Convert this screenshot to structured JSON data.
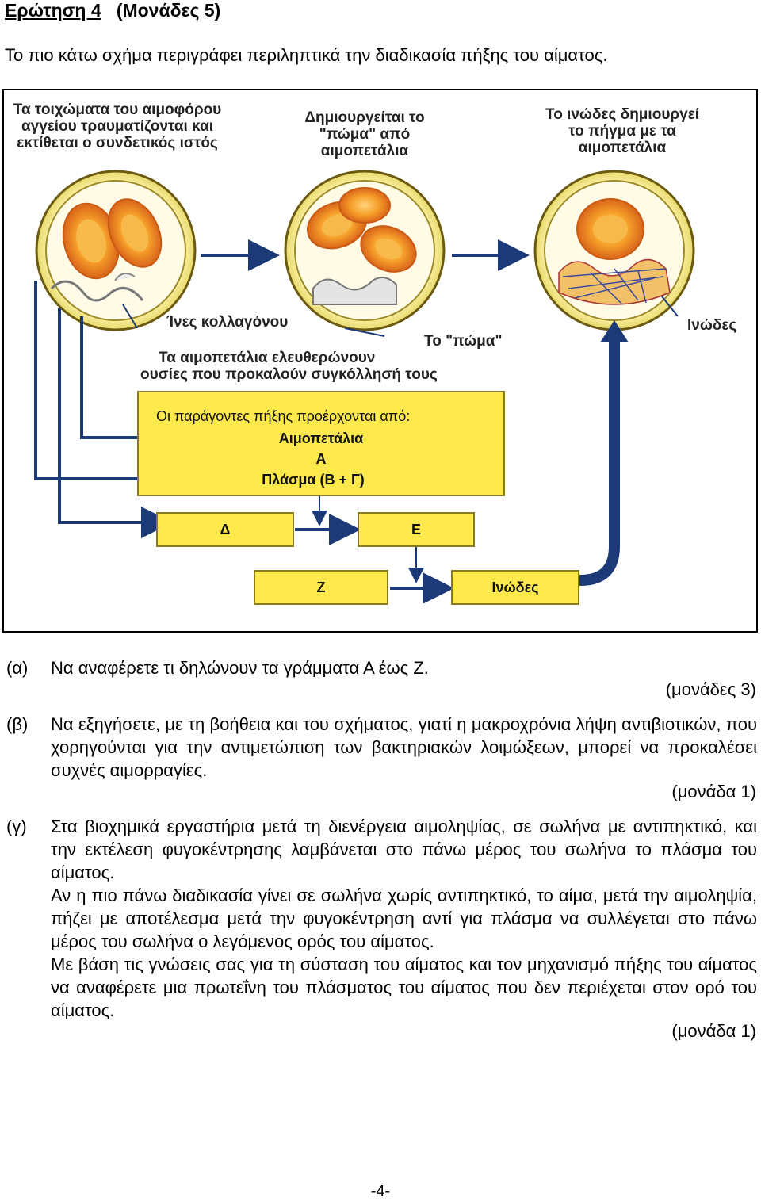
{
  "header": {
    "question": "Ερώτηση 4",
    "points": "(Μονάδες 5)"
  },
  "intro": "Το πιο κάτω σχήμα περιγράφει περιληπτικά την διαδικασία πήξης του αίματος.",
  "figure": {
    "caption_left": "Τα τοιχώματα του αιμοφόρου αγγείου τραυματίζονται και εκτίθεται ο συνδετικός ιστός",
    "caption_middle": "Δημιουργείται το \"πώμα\" από αιμοπετάλια",
    "caption_right": "Το ινώδες δημιουργεί το πήγμα με τα αιμοπετάλια",
    "label_collagen": "Ίνες κολλαγόνου",
    "label_plug": "Το \"πώμα\"",
    "label_fibrin": "Ινώδες",
    "label_release_1": "Τα αιμοπετάλια ελευθερώνουν",
    "label_release_2": "ουσίες που προκαλούν συγκόλλησή τους",
    "factors_title": "Οι παράγοντες πήξης προέρχονται από:",
    "factor_1": "Αιμοπετάλια",
    "factor_2": "Α",
    "factor_3": "Πλάσμα (Β + Γ)",
    "box_delta": "Δ",
    "box_e": "Ε",
    "box_z": "Ζ",
    "box_fibrin": "Ινώδες",
    "colors": {
      "box_fill": "#fde94b",
      "arrow": "#1d3a78",
      "cell": "#f4a52b",
      "vessel": "#f7ef9a"
    }
  },
  "questions": {
    "a": {
      "label": "(α)",
      "text": "Να αναφέρετε τι δηλώνουν τα γράμματα Α έως Ζ.",
      "marks": "(μονάδες 3)"
    },
    "b": {
      "label": "(β)",
      "text": "Να εξηγήσετε, με τη βοήθεια και του σχήματος, γιατί η μακροχρόνια λήψη αντιβιοτικών, που χορηγούνται για την αντιμετώπιση των βακτηριακών λοιμώξεων, μπορεί να προκαλέσει συχνές αιμορραγίες.",
      "marks": "(μονάδα 1)"
    },
    "c": {
      "label": "(γ)",
      "text_1": "Στα βιοχημικά εργαστήρια μετά τη διενέργεια αιμοληψίας, σε σωλήνα με αντιπηκτικό, και την εκτέλεση φυγοκέντρησης λαμβάνεται στο πάνω μέρος του σωλήνα το πλάσμα του αίματος.",
      "text_2": "Αν η πιο πάνω διαδικασία γίνει σε σωλήνα χωρίς αντιπηκτικό, το αίμα, μετά την αιμοληψία, πήζει με αποτέλεσμα μετά την φυγοκέντρηση αντί για πλάσμα να συλλέγεται στο πάνω μέρος του σωλήνα ο λεγόμενος ορός του αίματος.",
      "text_3": "Με βάση τις γνώσεις σας για τη σύσταση του αίματος και τον μηχανισμό πήξης του αίματος να αναφέρετε μια πρωτεΐνη του πλάσματος του αίματος που δεν περιέχεται στον ορό του αίματος.",
      "marks": "(μονάδα 1)"
    }
  },
  "page_number": "-4-"
}
